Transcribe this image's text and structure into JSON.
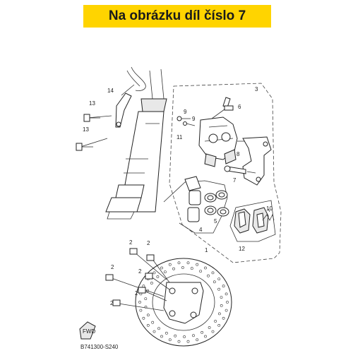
{
  "header": {
    "title": "Na obrázku díl číslo 7",
    "background": "#ffd400"
  },
  "diagram": {
    "callouts": {
      "c1": "1",
      "c2a": "2",
      "c2b": "2",
      "c2c": "2",
      "c2d": "2",
      "c2e": "2",
      "c2f": "2",
      "c3": "3",
      "c4": "4",
      "c5": "5",
      "c6": "6",
      "c7": "7",
      "c8": "8",
      "c9a": "9",
      "c9b": "9",
      "c10": "10",
      "c11": "11",
      "c12": "12",
      "c13a": "13",
      "c13b": "13",
      "c14": "14"
    },
    "part_code": "B741300-S240",
    "fwd_label": "FWD"
  }
}
